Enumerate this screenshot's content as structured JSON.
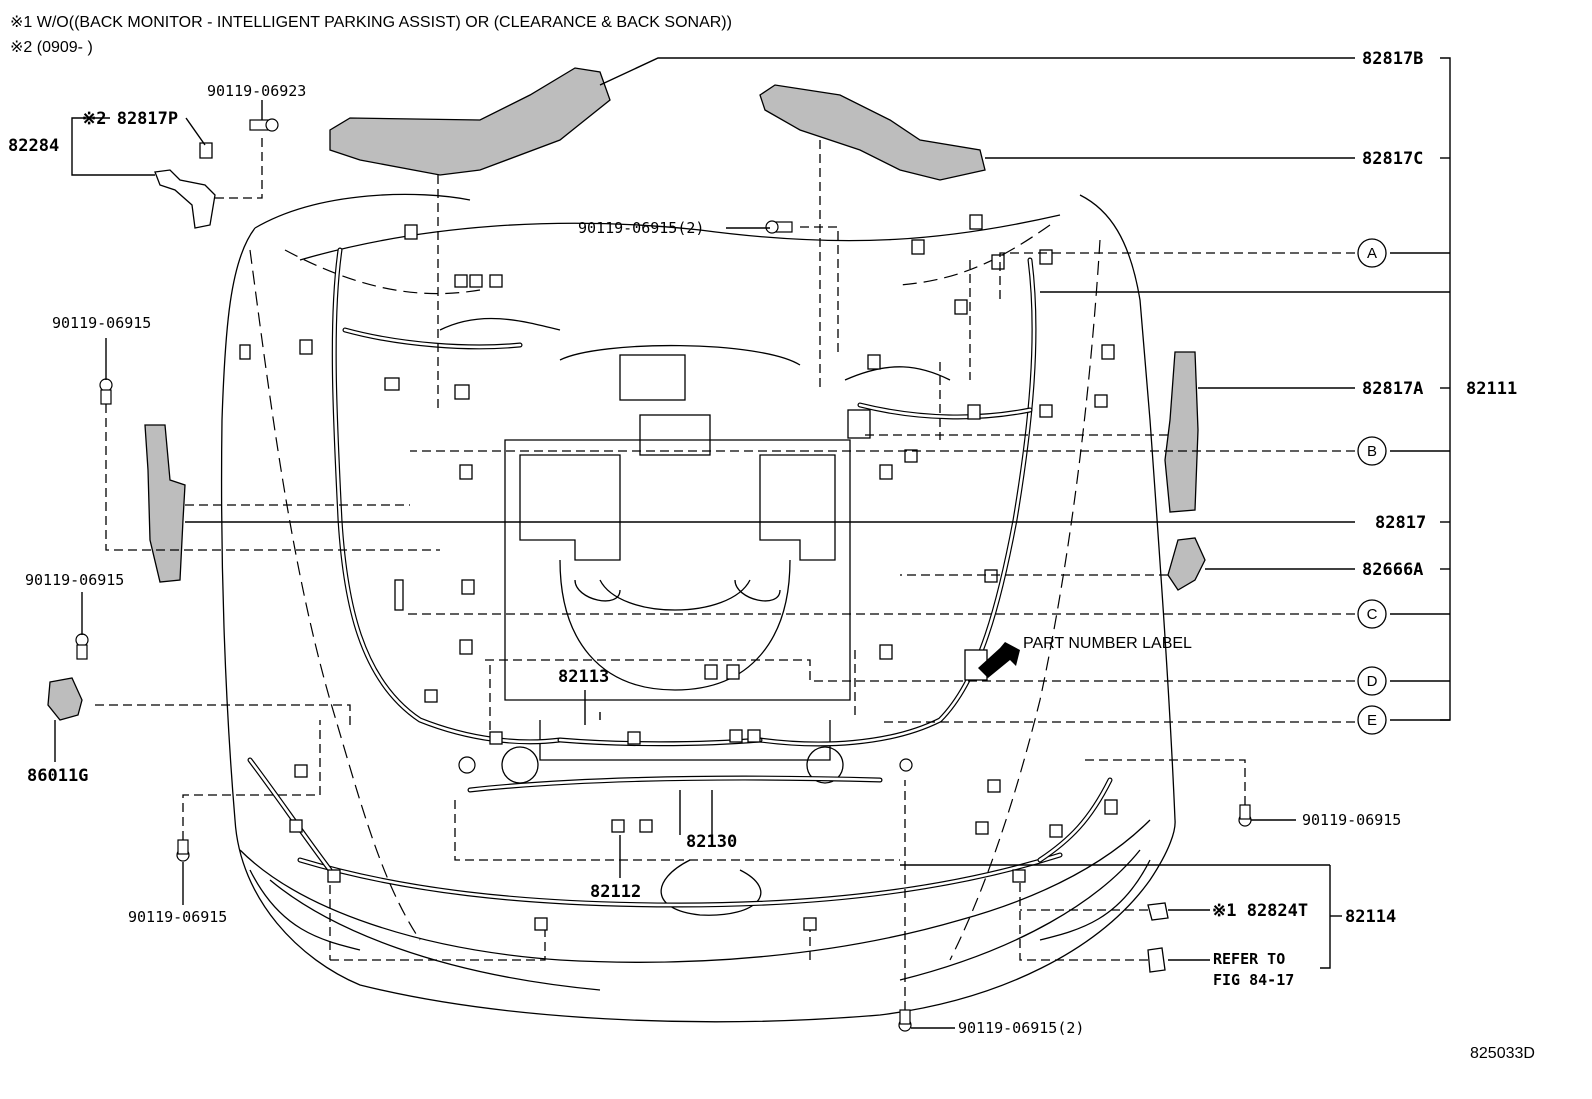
{
  "notes": {
    "note1": "※1 W/O((BACK MONITOR - INTELLIGENT PARKING ASSIST) OR (CLEARANCE & BACK SONAR))",
    "note2": "※2 (0909-       )"
  },
  "callouts": {
    "p82817B": "82817B",
    "p82817C": "82817C",
    "p82817A": "82817A",
    "p82111": "82111",
    "p82817": "82817",
    "p82666A": "82666A",
    "p82284": "82284",
    "p82817P": "※2 82817P",
    "p86011G": "86011G",
    "p82113": "82113",
    "p82130": "82130",
    "p82112": "82112",
    "p82114": "82114",
    "p82824T": "※1 82824T",
    "bolt_06923": "90119-06923",
    "bolt_06915_2_top": "90119-06915(2)",
    "bolt_06915_left": "90119-06915",
    "bolt_06915_left2": "90119-06915",
    "bolt_06915_bottom_left": "90119-06915",
    "bolt_06915_right": "90119-06915",
    "bolt_06915_2_bottom": "90119-06915(2)",
    "part_number_label": "PART NUMBER LABEL",
    "refer_line1": "REFER TO",
    "refer_line2": "FIG 84-17"
  },
  "circle_refs": [
    "A",
    "B",
    "C",
    "D",
    "E"
  ],
  "diagram_code": "825033D"
}
